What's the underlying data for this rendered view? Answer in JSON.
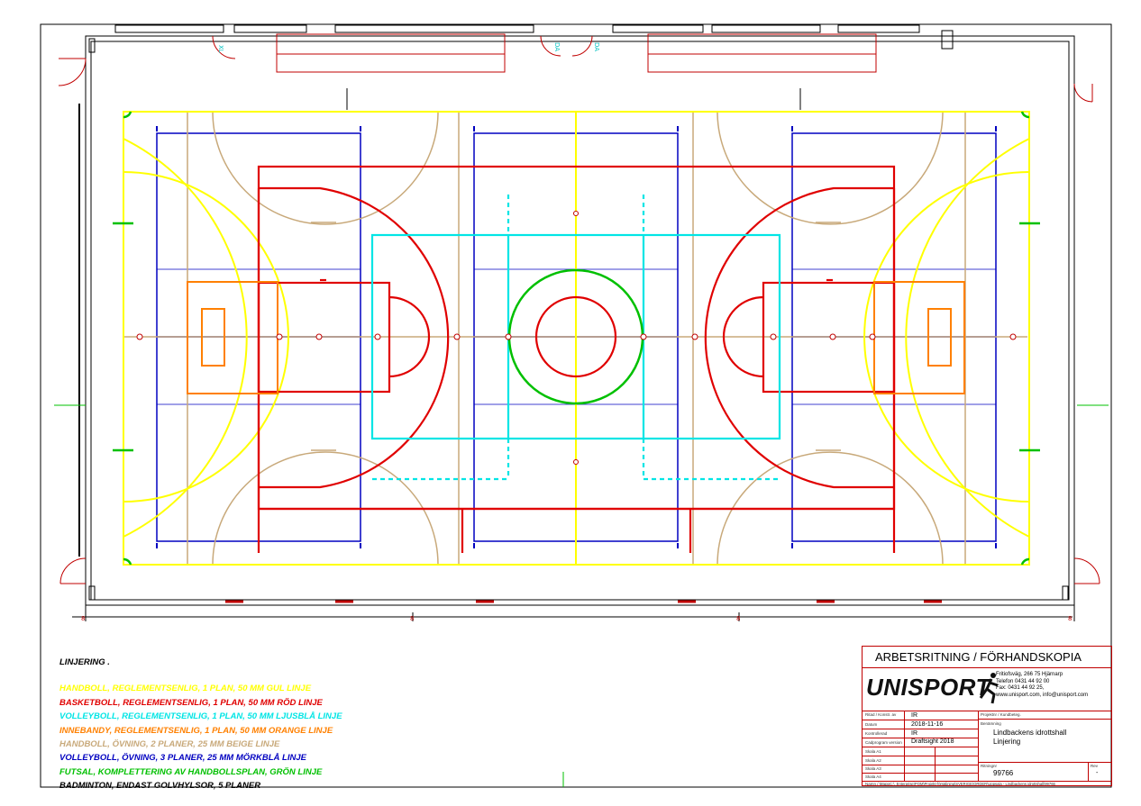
{
  "legend": {
    "title": "LINJERING .",
    "items": [
      {
        "text": "HANDBOLL, REGLEMENTSENLIG, 1 PLAN, 50 MM GUL LINJE",
        "color": "#ffff00"
      },
      {
        "text": "BASKETBOLL, REGLEMENTSENLIG, 1 PLAN, 50 MM RÖD LINJE",
        "color": "#e00000"
      },
      {
        "text": "VOLLEYBOLL, REGLEMENTSENLIG, 1 PLAN, 50 MM LJUSBLÅ LINJE",
        "color": "#00e5e5"
      },
      {
        "text": "INNEBANDY, REGLEMENTSENLIG, 1 PLAN, 50 MM ORANGE LINJE",
        "color": "#ff8000"
      },
      {
        "text": "HANDBOLL, ÖVNING, 2 PLANER, 25 MM BEIGE LINJE",
        "color": "#c8a97a"
      },
      {
        "text": "VOLLEYBOLL, ÖVNING, 3 PLANER, 25 MM MÖRKBLÅ LINJE",
        "color": "#0000c0"
      },
      {
        "text": "FUTSAL, KOMPLETTERING AV HANDBOLLSPLAN, GRÖN LINJE",
        "color": "#00c000"
      },
      {
        "text": "BADMINTON, ENDAST GOLVHYLSOR, 5 PLANER",
        "color": "#000000"
      }
    ]
  },
  "title_block": {
    "header": "ARBETSRITNING / FÖRHANDSKOPIA",
    "logo": "UNISPORT",
    "address": [
      "Fritiofsväg, 266 75 Hjärnarp",
      "Telefon 0431 44 92 00",
      "Fax: 0431 44 92 25,",
      "www.unisport.com,  info@unisport.com"
    ],
    "labels": {
      "ritad": "Ritad / Konstr. av",
      "datum": "Datum",
      "kontroll": "Kontrollerad",
      "cad": "Cadprogram version",
      "skala1": "Skala A1",
      "skala2": "Skala A2",
      "skala3": "Skala A3",
      "skala4": "Skala A4",
      "filnamn": "Namn / Mapp",
      "projekt": "Projektnr / Kundbeteg.",
      "benamning": "Benämning",
      "ritningnr": "Ritningnr",
      "rev": "Rev"
    },
    "ritad_by": "IR",
    "datum": "2018-11-16",
    "kontrollerad": "IR",
    "cad_version": "Draftsight  2018",
    "benamning": [
      "Lindbackens idrottshall",
      "Linjering"
    ],
    "ritningnr": "99766",
    "rev": "-",
    "filepath": "C:\\_Enterprise\\POM\\Projekt-försäljning\\SVERIGE\\ORDER\\Uppsala - Lindbackens idrottshall\\99766"
  },
  "drawing": {
    "door_labels": [
      "XL",
      "DA",
      "DA"
    ],
    "axis_markers": [
      "8",
      "8",
      "8",
      "8"
    ]
  }
}
